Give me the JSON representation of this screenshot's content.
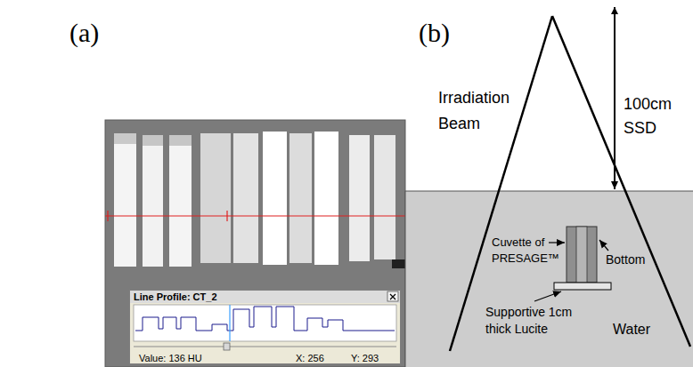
{
  "diagram": {
    "nodes": [
      {
        "text": [
          "Line Profile: CT_2",
          "Value: 136 HU",
          "X: 256",
          "Y: 293"
        ]
      }
    ],
    "labels": [
      "(a)",
      "(b)",
      "Irradiation Beam",
      "100cm SSD",
      "Cuvette of PRESAGE™",
      "Bottom",
      "Supportive 1cm thick Lucite",
      "Water"
    ]
  }
}
